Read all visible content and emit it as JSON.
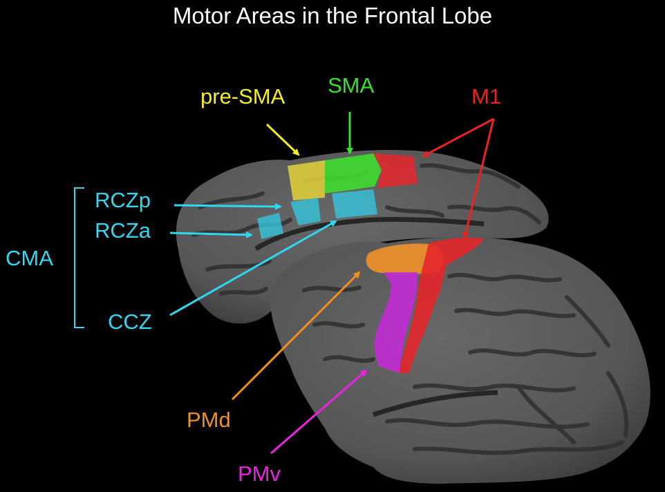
{
  "title": "Motor Areas in the Frontal Lobe",
  "labels": {
    "pre_sma": "pre-SMA",
    "sma": "SMA",
    "m1": "M1",
    "rczp": "RCZp",
    "rcza": "RCZa",
    "cma": "CMA",
    "ccz": "CCZ",
    "pmd": "PMd",
    "pmv": "PMv"
  },
  "colors": {
    "background": "#000000",
    "brain": "#555555",
    "sulcus": "#333333",
    "pre_sma": "#e3d23a",
    "sma": "#3fdc2f",
    "m1": "#e6262b",
    "cingulate": "#34c6dc",
    "pmd": "#f0912a",
    "pmv": "#c22ad6"
  }
}
